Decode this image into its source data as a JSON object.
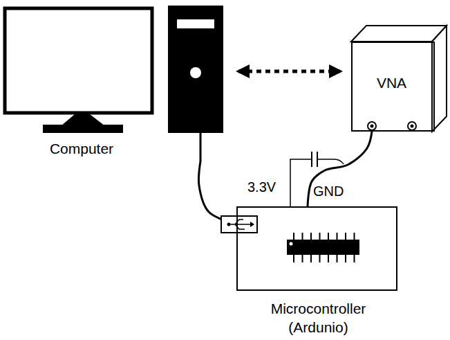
{
  "diagram": {
    "nodes": [
      {
        "text": [
          "Computer"
        ]
      },
      {
        "text": [
          "VNA"
        ]
      },
      {
        "text": [
          "Microcontroller (Ardunio)"
        ]
      }
    ],
    "edges": [
      {
        "from": 0,
        "to": 1,
        "arrow": "both"
      },
      {
        "from": 0,
        "to": 2,
        "arrow": "none"
      },
      {
        "from": 1,
        "to": 2,
        "arrow": "none"
      }
    ],
    "labels": [
      "3.3V",
      "GND"
    ]
  }
}
